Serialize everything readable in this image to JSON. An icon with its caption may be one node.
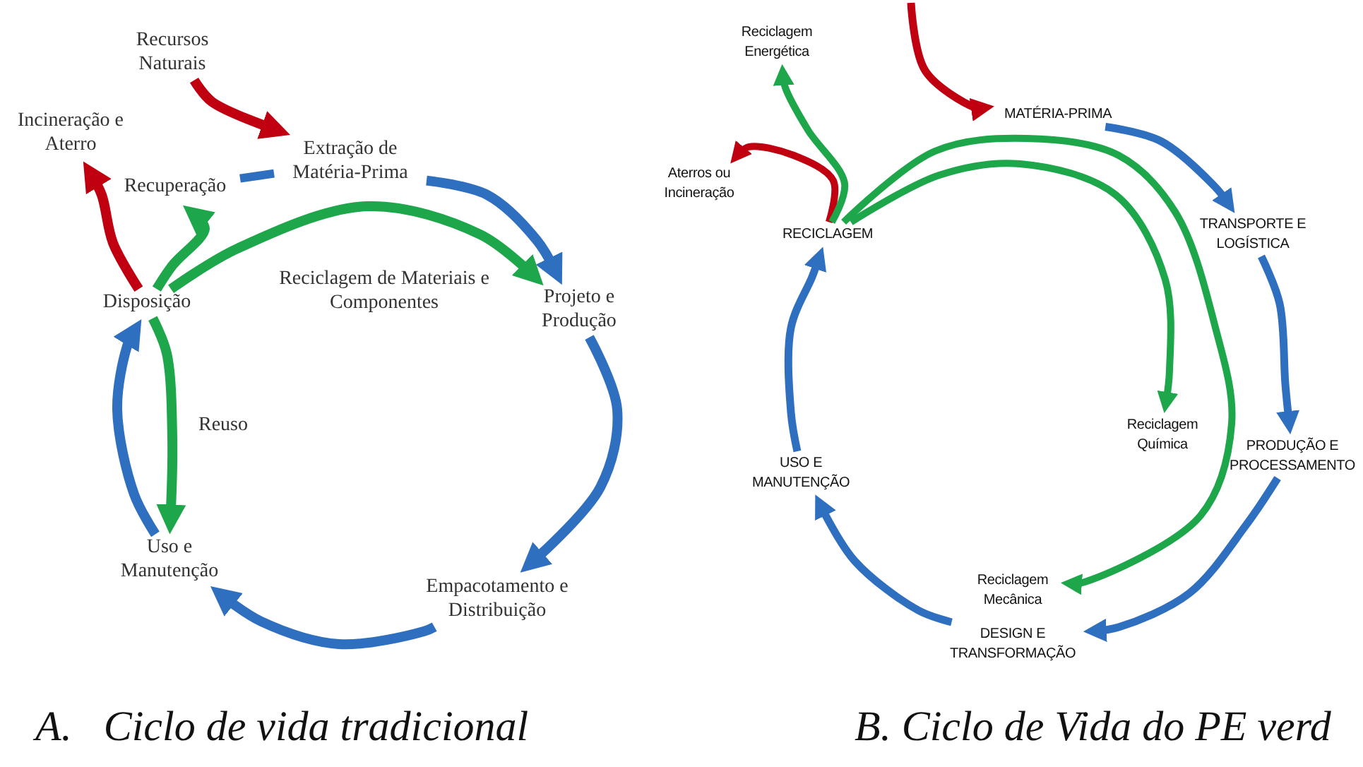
{
  "diagram": {
    "nodes": [
      {
        "text": [
          "Recursos Naturais"
        ]
      },
      {
        "text": [
          "Extração de Matéria-Prima"
        ]
      },
      {
        "text": [
          "Projeto e Produção"
        ]
      },
      {
        "text": [
          "Empacotamento e Distribuição"
        ]
      },
      {
        "text": [
          "Uso e Manutenção"
        ]
      },
      {
        "text": [
          "Disposição"
        ]
      },
      {
        "text": [
          "Incineração e Aterro"
        ]
      },
      {
        "text": [
          "Recuperação"
        ]
      },
      {
        "text": [
          "Reciclagem Energética"
        ]
      },
      {
        "text": [
          "Aterros ou Incineração"
        ]
      },
      {
        "text": [
          "RECICLAGEM"
        ]
      },
      {
        "text": [
          "MATÉRIA-PRIMA"
        ]
      },
      {
        "text": [
          "TRANSPORTE E LOGÍSTICA"
        ]
      },
      {
        "text": [
          "PRODUÇÃO E PROCESSAMENTO"
        ]
      },
      {
        "text": [
          "Reciclagem Química"
        ]
      },
      {
        "text": [
          "Reciclagem Mecânica"
        ]
      },
      {
        "text": [
          "DESIGN E TRANSFORMAÇÃO"
        ]
      },
      {
        "text": [
          "USO E MANUTENÇÃO"
        ]
      }
    ],
    "edges": [
      {
        "from": 0,
        "to": 1,
        "arrow": "to",
        "color": "#c00010"
      },
      {
        "from": 1,
        "to": 2,
        "arrow": "to"
      },
      {
        "from": 2,
        "to": 3,
        "arrow": "to"
      },
      {
        "from": 3,
        "to": 4,
        "arrow": "to"
      },
      {
        "from": 4,
        "to": 5,
        "arrow": "to"
      },
      {
        "from": 5,
        "to": 6,
        "arrow": "to",
        "color": "#c00010"
      },
      {
        "from": 5,
        "to": 7,
        "arrow": "to",
        "color": "#1ea64a"
      },
      {
        "from": 7,
        "to": 1,
        "arrow": "none"
      },
      {
        "from": 5,
        "to": 2,
        "arrow": "to",
        "color": "#1ea64a",
        "label": "Reciclagem de Materiais e Componentes"
      },
      {
        "from": 5,
        "to": 4,
        "arrow": "to",
        "color": "#1ea64a",
        "label": "Reuso"
      },
      {
        "from": null,
        "to": 11,
        "arrow": "to",
        "color": "#c00010"
      },
      {
        "from": 11,
        "to": 12,
        "arrow": "to"
      },
      {
        "from": 12,
        "to": 13,
        "arrow": "to"
      },
      {
        "from": 13,
        "to": 16,
        "arrow": "to"
      },
      {
        "from": 16,
        "to": 17,
        "arrow": "to"
      },
      {
        "from": 17,
        "to": 10,
        "arrow": "to"
      },
      {
        "from": 10,
        "to": 9,
        "arrow": "to",
        "color": "#c00010"
      },
      {
        "from": 10,
        "to": 8,
        "arrow": "to",
        "color": "#1ea64a"
      },
      {
        "from": 10,
        "to": 14,
        "arrow": "to",
        "color": "#1ea64a"
      },
      {
        "from": 10,
        "to": 15,
        "arrow": "to",
        "color": "#1ea64a"
      }
    ],
    "labels": [
      "A.   Ciclo de vida tradicional",
      "B. Ciclo de Vida do PE verd"
    ]
  }
}
